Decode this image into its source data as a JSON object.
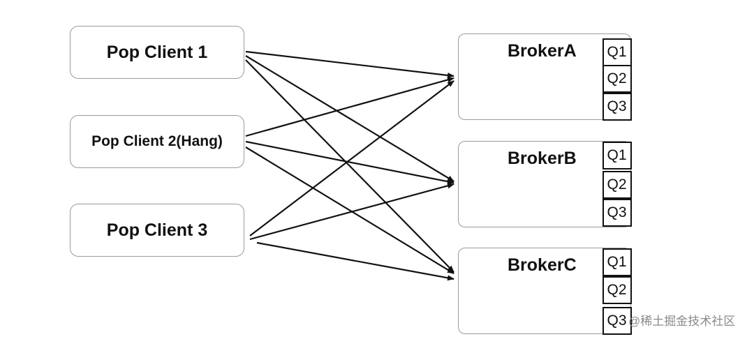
{
  "clients": [
    {
      "label": "Pop Client 1"
    },
    {
      "label": "Pop Client 2(Hang)"
    },
    {
      "label": "Pop Client 3"
    }
  ],
  "brokers": [
    {
      "name": "BrokerA",
      "queues": [
        "Q1",
        "Q2",
        "Q3"
      ]
    },
    {
      "name": "BrokerB",
      "queues": [
        "Q1",
        "Q2",
        "Q3"
      ]
    },
    {
      "name": "BrokerC",
      "queues": [
        "Q1",
        "Q2",
        "Q3"
      ]
    }
  ],
  "connections": [
    {
      "from": "Pop Client 1",
      "to": "BrokerA"
    },
    {
      "from": "Pop Client 1",
      "to": "BrokerB"
    },
    {
      "from": "Pop Client 1",
      "to": "BrokerC"
    },
    {
      "from": "Pop Client 2(Hang)",
      "to": "BrokerA"
    },
    {
      "from": "Pop Client 2(Hang)",
      "to": "BrokerB"
    },
    {
      "from": "Pop Client 2(Hang)",
      "to": "BrokerC"
    },
    {
      "from": "Pop Client 3",
      "to": "BrokerA"
    },
    {
      "from": "Pop Client 3",
      "to": "BrokerB"
    },
    {
      "from": "Pop Client 3",
      "to": "BrokerC"
    }
  ],
  "watermark": "@稀土掘金技术社区"
}
